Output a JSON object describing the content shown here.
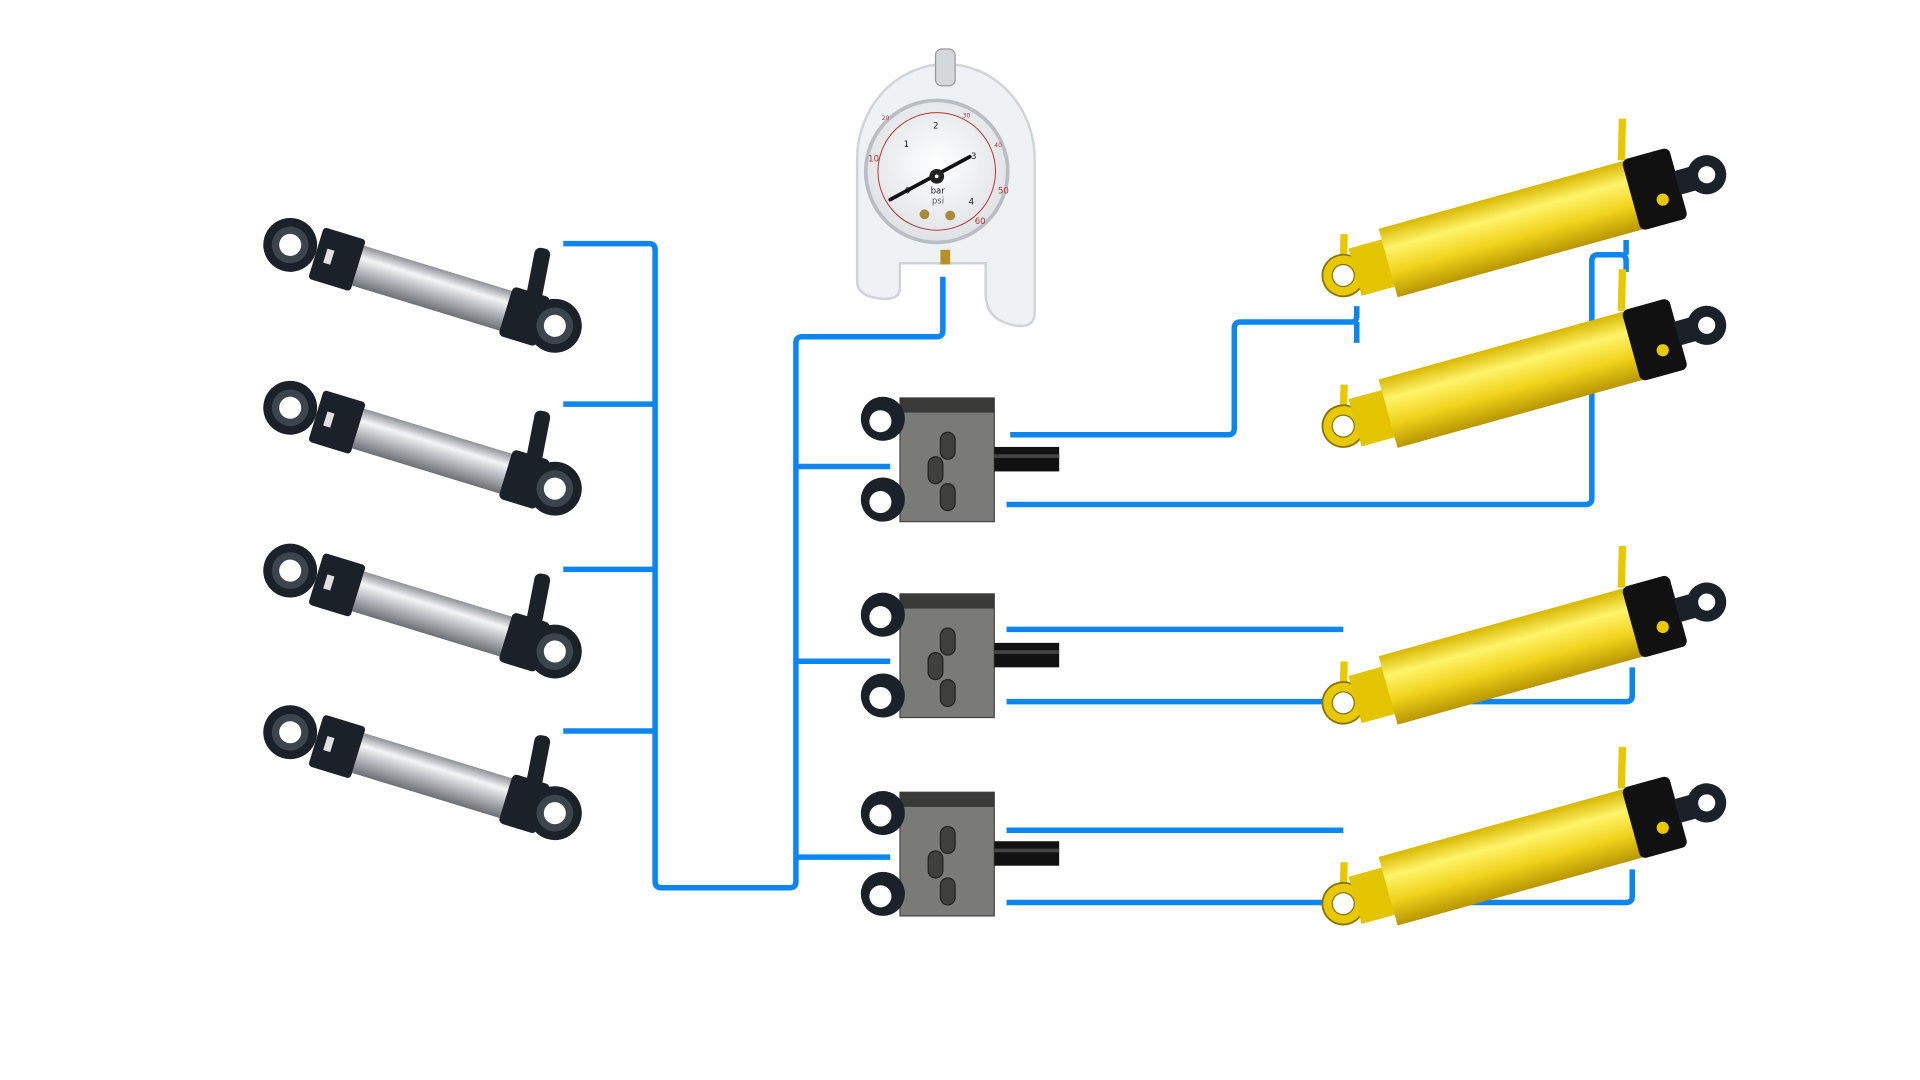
{
  "colors": {
    "tube": "#0b86f0",
    "silver_cylinder_body": "#c9ccd0",
    "part_black": "#1b2128",
    "yellow_cylinder": "#f2d81c",
    "valve_body": "#7a7a76",
    "valve_top": "#3a3a38"
  },
  "gauge": {
    "units_bar": "bar",
    "units_psi": "psi",
    "bar_ticks": [
      "0",
      "1",
      "2",
      "3",
      "4"
    ],
    "psi_ticks": [
      "10",
      "20",
      "30",
      "40",
      "50",
      "60"
    ]
  }
}
